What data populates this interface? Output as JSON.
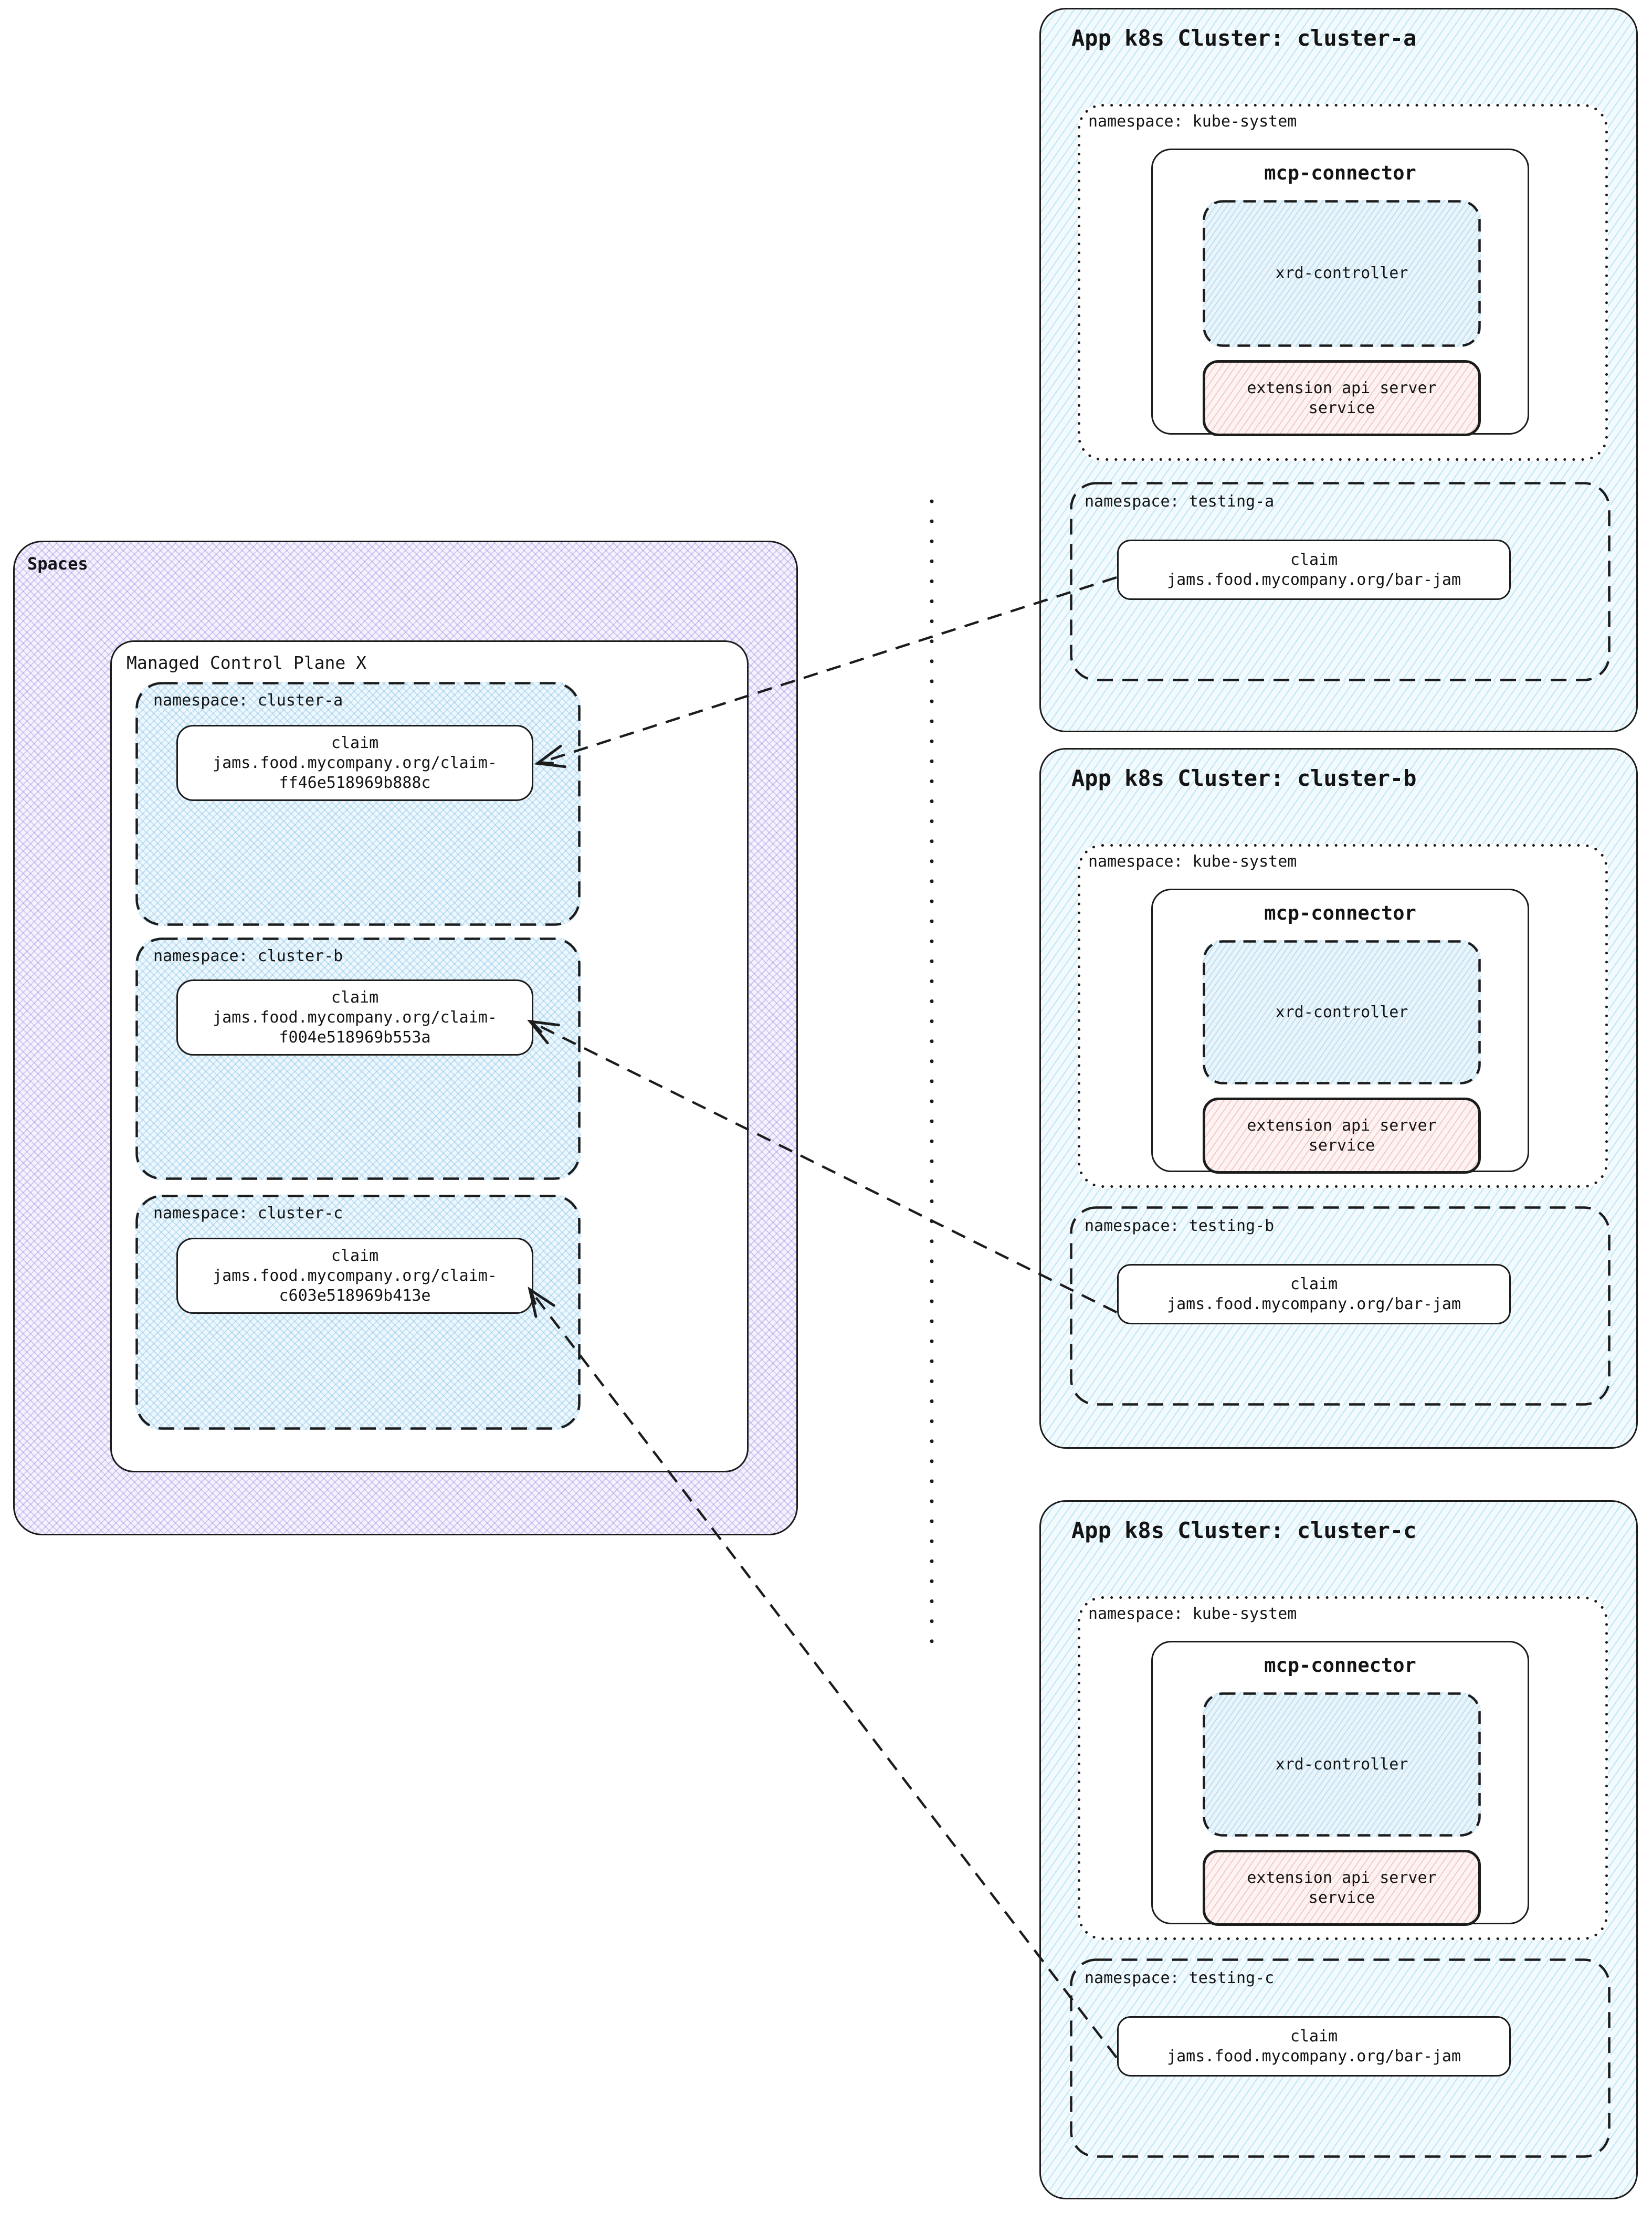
{
  "spaces": {
    "label": "Spaces",
    "control_plane": {
      "label": "Managed Control Plane X",
      "namespaces": [
        {
          "label": "namespace: cluster-a",
          "claim_title": "claim",
          "claim_resource": "jams.food.mycompany.org/claim-\nff46e518969b888c"
        },
        {
          "label": "namespace: cluster-b",
          "claim_title": "claim",
          "claim_resource": "jams.food.mycompany.org/claim-\nf004e518969b553a"
        },
        {
          "label": "namespace: cluster-c",
          "claim_title": "claim",
          "claim_resource": "jams.food.mycompany.org/claim-\nc603e518969b413e"
        }
      ]
    }
  },
  "clusters": [
    {
      "title": "App k8s Cluster: cluster-a",
      "kube_system_label": "namespace: kube-system",
      "mcp_connector_title": "mcp-connector",
      "xrd_controller_label": "xrd-controller",
      "extension_api_label": "extension api server\nservice",
      "testing_label": "namespace: testing-a",
      "claim_title": "claim",
      "claim_resource": "jams.food.mycompany.org/bar-jam"
    },
    {
      "title": "App k8s Cluster: cluster-b",
      "kube_system_label": "namespace: kube-system",
      "mcp_connector_title": "mcp-connector",
      "xrd_controller_label": "xrd-controller",
      "extension_api_label": "extension api server\nservice",
      "testing_label": "namespace: testing-b",
      "claim_title": "claim",
      "claim_resource": "jams.food.mycompany.org/bar-jam"
    },
    {
      "title": "App k8s Cluster: cluster-c",
      "kube_system_label": "namespace: kube-system",
      "mcp_connector_title": "mcp-connector",
      "xrd_controller_label": "xrd-controller",
      "extension_api_label": "extension api server\nservice",
      "testing_label": "namespace: testing-c",
      "claim_title": "claim",
      "claim_resource": "jams.food.mycompany.org/bar-jam"
    }
  ],
  "colors": {
    "border": "#1c1c1c",
    "spaces_hatch": "#8166dc",
    "cluster_hatch": "#54bee4",
    "extension_hatch": "#e2786c",
    "box_fill": "#ffffff",
    "text": "#141414"
  }
}
